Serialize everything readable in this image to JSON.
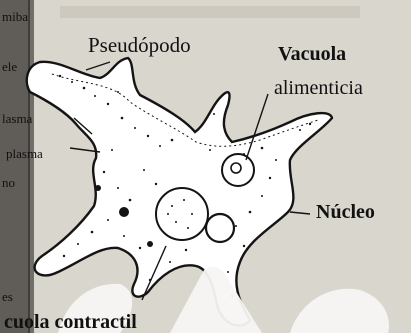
{
  "diagram": {
    "labels": {
      "amiba": "miba",
      "ele": "ele",
      "plasma_1": "lasma",
      "plasma_2": "plasma",
      "no": "no",
      "es": "es",
      "pseudopodo": "Pseudópodo",
      "vacuola_alimenticia_1": "Vacuola",
      "vacuola_alimenticia_2": "alimenticia",
      "nucleo": "Núcleo",
      "vacuola_contractil": "cuola contractil"
    }
  },
  "colors": {
    "paper": "#d9d6ce",
    "cell_fill": "#ffffff",
    "ink": "#141414",
    "bottom_shapes": "#f7f6f3"
  }
}
